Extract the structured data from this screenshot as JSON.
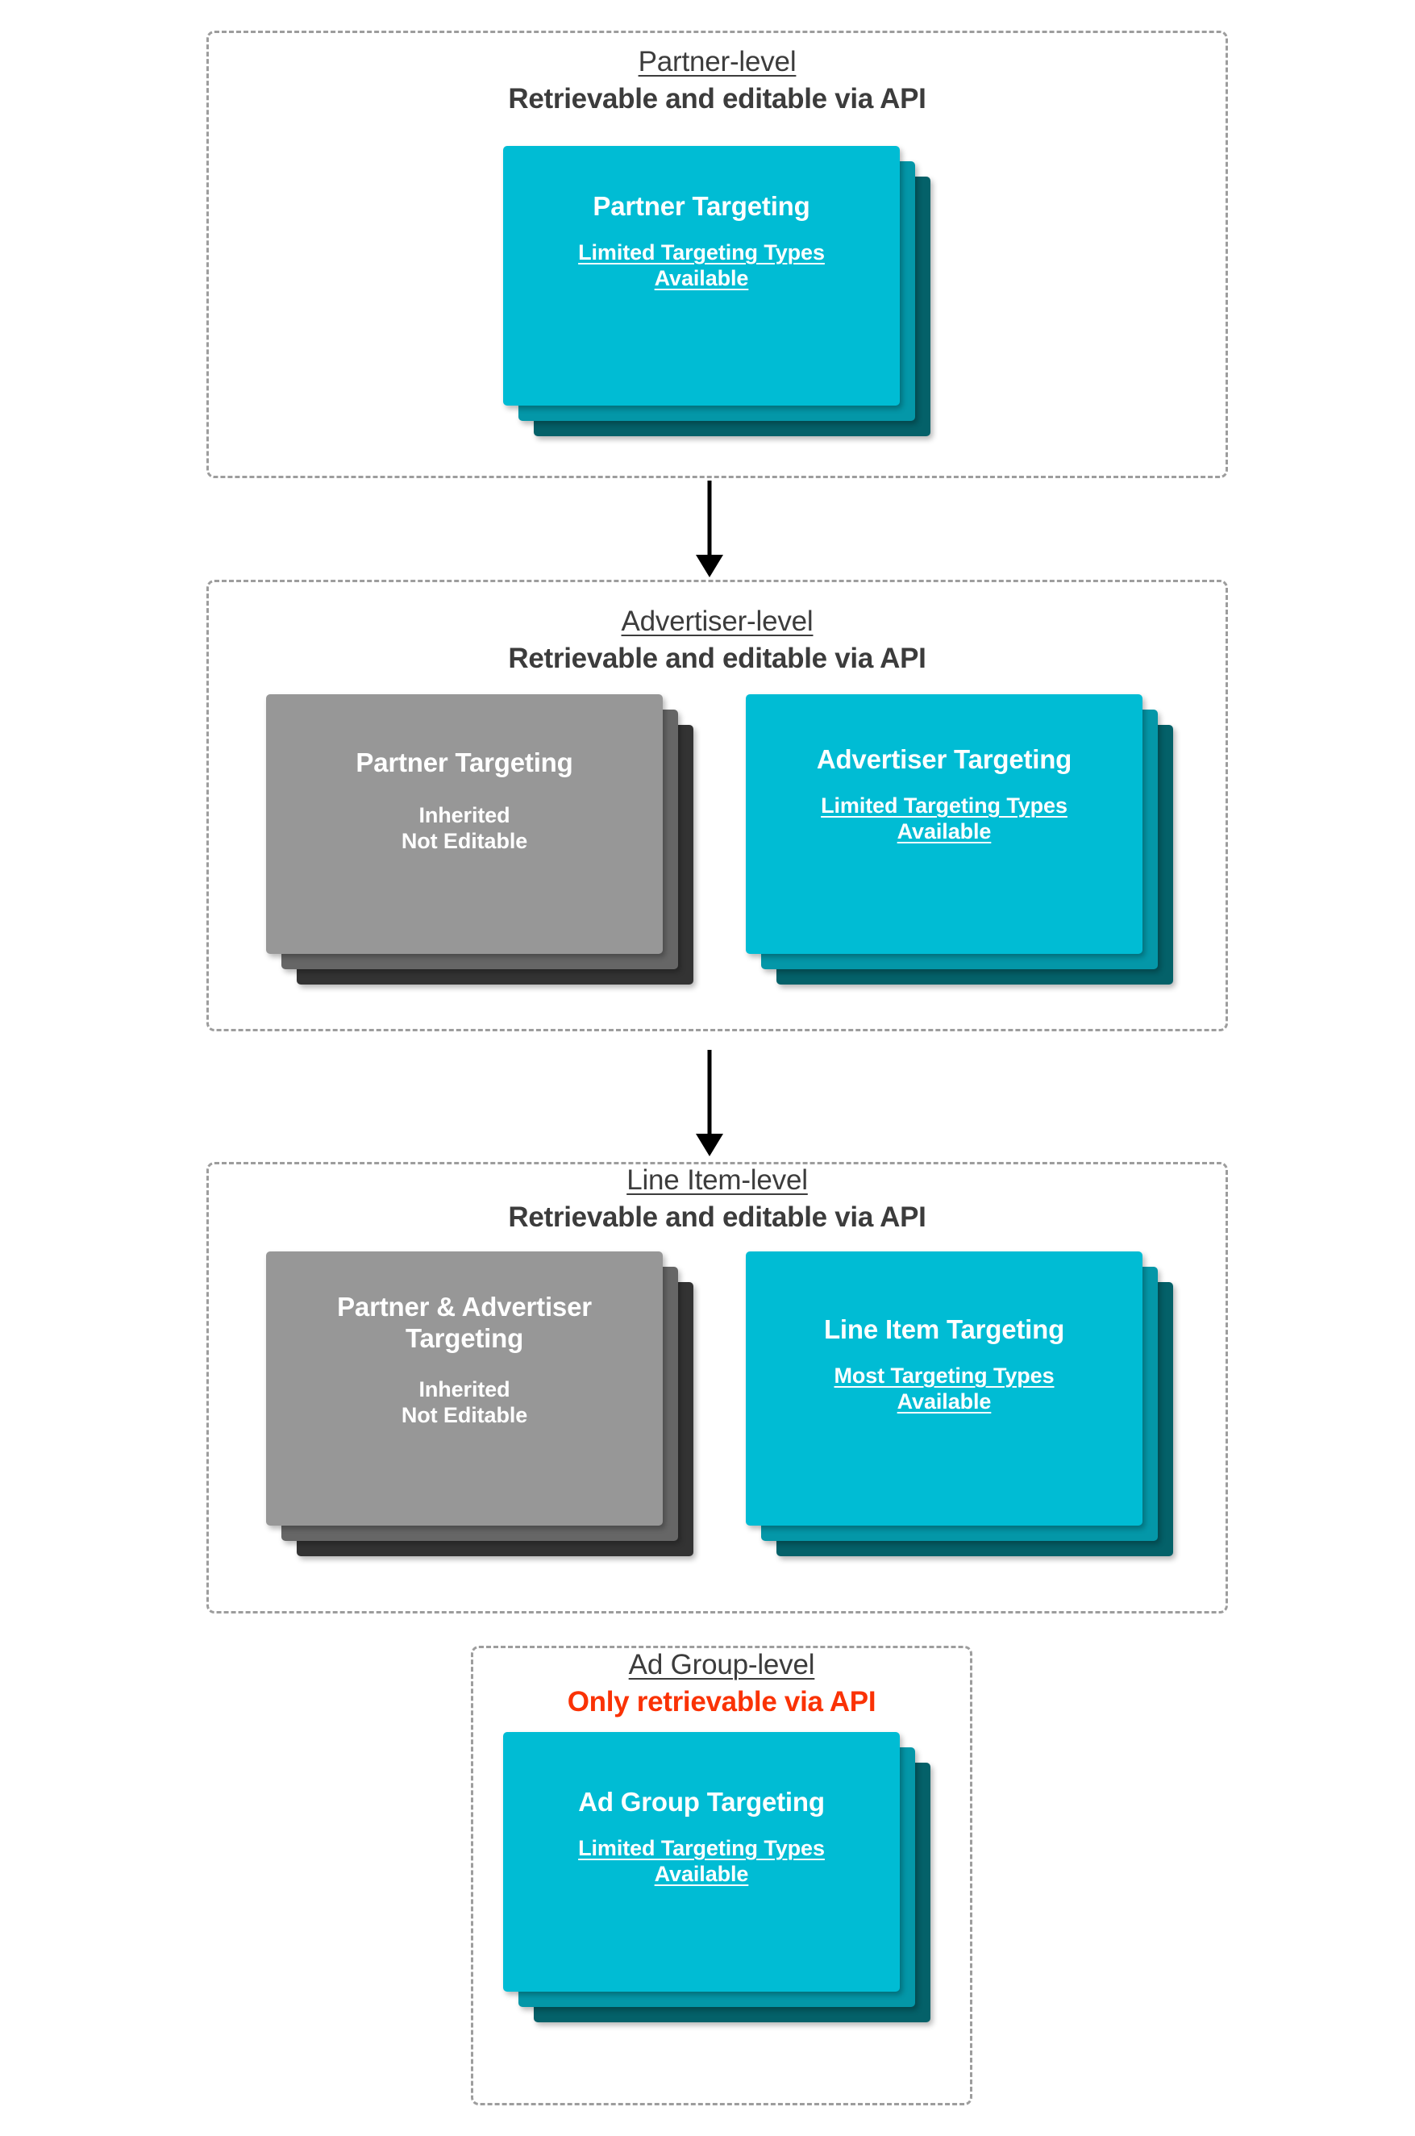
{
  "diagram": {
    "title_semantic": "DV360 targeting inheritance hierarchy",
    "colors": {
      "cyan_front": "#00bcd4",
      "cyan_mid": "#0497a8",
      "cyan_back": "#046169",
      "gray_front": "#979797",
      "gray_mid": "#666666",
      "gray_back": "#333333",
      "dashed_border": "#9d9d9d",
      "heading_text": "#3c3c3c",
      "alert_text": "#fa3205",
      "card_text": "#ffffff"
    },
    "levels": [
      {
        "id": "partner",
        "name": "Partner-level",
        "note": "Retrievable and editable via API",
        "note_color": "heading_text",
        "cards": [
          {
            "id": "partner-targeting",
            "title": "Partner Targeting",
            "sub_line1": "Limited Targeting Types",
            "sub_line2": "Available",
            "sub_underlined": true,
            "palette": "cyan"
          }
        ]
      },
      {
        "id": "advertiser",
        "name": "Advertiser-level",
        "note": "Retrievable and editable via API",
        "note_color": "heading_text",
        "cards": [
          {
            "id": "advertiser-inherited-partner",
            "title": "Partner Targeting",
            "sub_line1": "Inherited",
            "sub_line2": "Not Editable",
            "sub_underlined": false,
            "palette": "gray"
          },
          {
            "id": "advertiser-targeting",
            "title": "Advertiser Targeting",
            "sub_line1": "Limited Targeting Types",
            "sub_line2": "Available",
            "sub_underlined": true,
            "palette": "cyan"
          }
        ]
      },
      {
        "id": "line-item",
        "name": "Line Item-level",
        "note": "Retrievable and editable via API",
        "note_color": "heading_text",
        "cards": [
          {
            "id": "line-item-inherited",
            "title": "Partner & Advertiser Targeting",
            "sub_line1": "Inherited",
            "sub_line2": "Not Editable",
            "sub_underlined": false,
            "palette": "gray"
          },
          {
            "id": "line-item-targeting",
            "title": "Line Item Targeting",
            "sub_line1": "Most Targeting Types",
            "sub_line2": "Available",
            "sub_underlined": true,
            "palette": "cyan"
          }
        ]
      },
      {
        "id": "ad-group",
        "name": "Ad Group-level",
        "note": "Only retrievable via API",
        "note_color": "alert_text",
        "cards": [
          {
            "id": "ad-group-targeting",
            "title": "Ad Group Targeting",
            "sub_line1": "Limited Targeting Types",
            "sub_line2": "Available",
            "sub_underlined": true,
            "palette": "cyan"
          }
        ]
      }
    ],
    "connectors": [
      {
        "id": "partner-to-advertiser",
        "from": "partner",
        "to": "advertiser"
      },
      {
        "id": "advertiser-to-line-item",
        "from": "advertiser",
        "to": "line-item"
      }
    ]
  }
}
